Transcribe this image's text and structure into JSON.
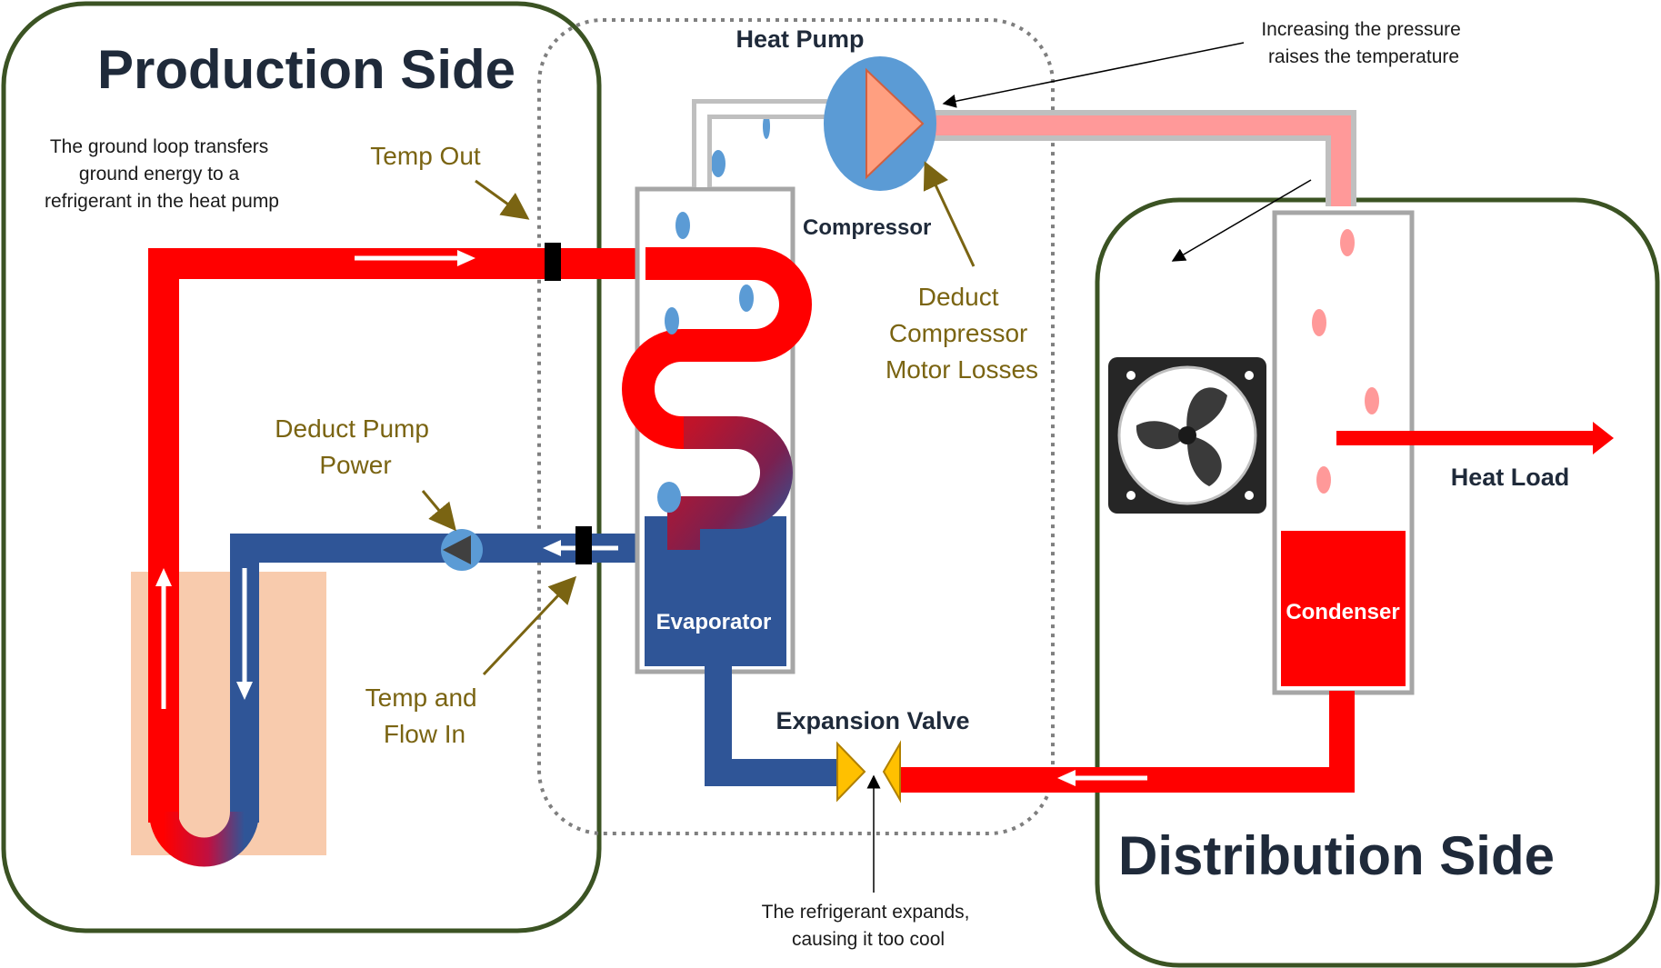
{
  "titles": {
    "production": "Production Side",
    "distribution": "Distribution Side",
    "heat_pump": "Heat Pump"
  },
  "components": {
    "compressor": "Compressor",
    "evaporator": "Evaporator",
    "condenser": "Condenser",
    "expansion_valve": "Expansion Valve",
    "heat_load": "Heat Load"
  },
  "annotations": {
    "ground_loop": [
      "The ground loop transfers",
      "ground energy to a",
      "refrigerant in the heat pump"
    ],
    "pressure": [
      "Increasing the pressure",
      "raises the temperature"
    ],
    "expands": [
      "The refrigerant expands,",
      "causing it too cool"
    ]
  },
  "measurements": {
    "temp_out": "Temp Out",
    "pump_power": [
      "Deduct Pump",
      "Power"
    ],
    "compressor_losses": [
      "Deduct",
      "Compressor",
      "Motor Losses"
    ],
    "temp_flow_in": [
      "Temp and",
      "Flow In"
    ]
  },
  "colors": {
    "hot": "#ff0000",
    "cold": "#2f5597",
    "hot_gas": "#ff9999",
    "ground": "#f8cbad",
    "valve": "#ffc000",
    "compressor": "#5b9bd5",
    "compressor_arrow": "#f4a582",
    "zone_border": "#3b5323",
    "annotation": "#7a6412"
  }
}
